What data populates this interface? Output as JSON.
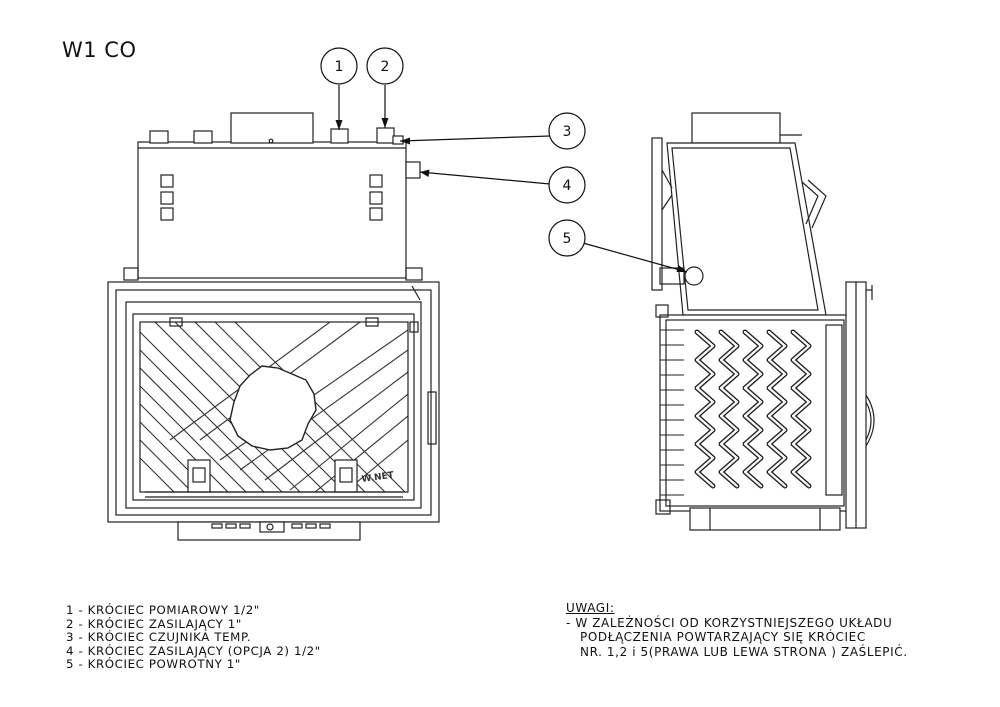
{
  "title": "W1 CO",
  "callouts": [
    "1",
    "2",
    "3",
    "4",
    "5"
  ],
  "legend": [
    "1 - KRÓCIEC POMIAROWY 1/2\"",
    "2 - KRÓCIEC ZASILAJĄCY  1\"",
    "3 - KRÓCIEC CZUJNIKA TEMP.",
    "4 - KRÓCIEC ZASILAJĄCY (OPCJA 2) 1/2\"",
    "5 - KRÓCIEC POWROTNY 1\""
  ],
  "notes": {
    "title": "UWAGI:",
    "lines": [
      "-  W ZALEŻNOŚCI OD KORZYSTNIEJSZEGO UKŁADU",
      "PODŁĄCZENIA POWTARZAJĄCY SIĘ KRÓCIEC",
      "NR. 1,2 i 5(PRAWA LUB LEWA STRONA ) ZAŚLEPIĆ."
    ]
  },
  "watermark": "W.NET"
}
